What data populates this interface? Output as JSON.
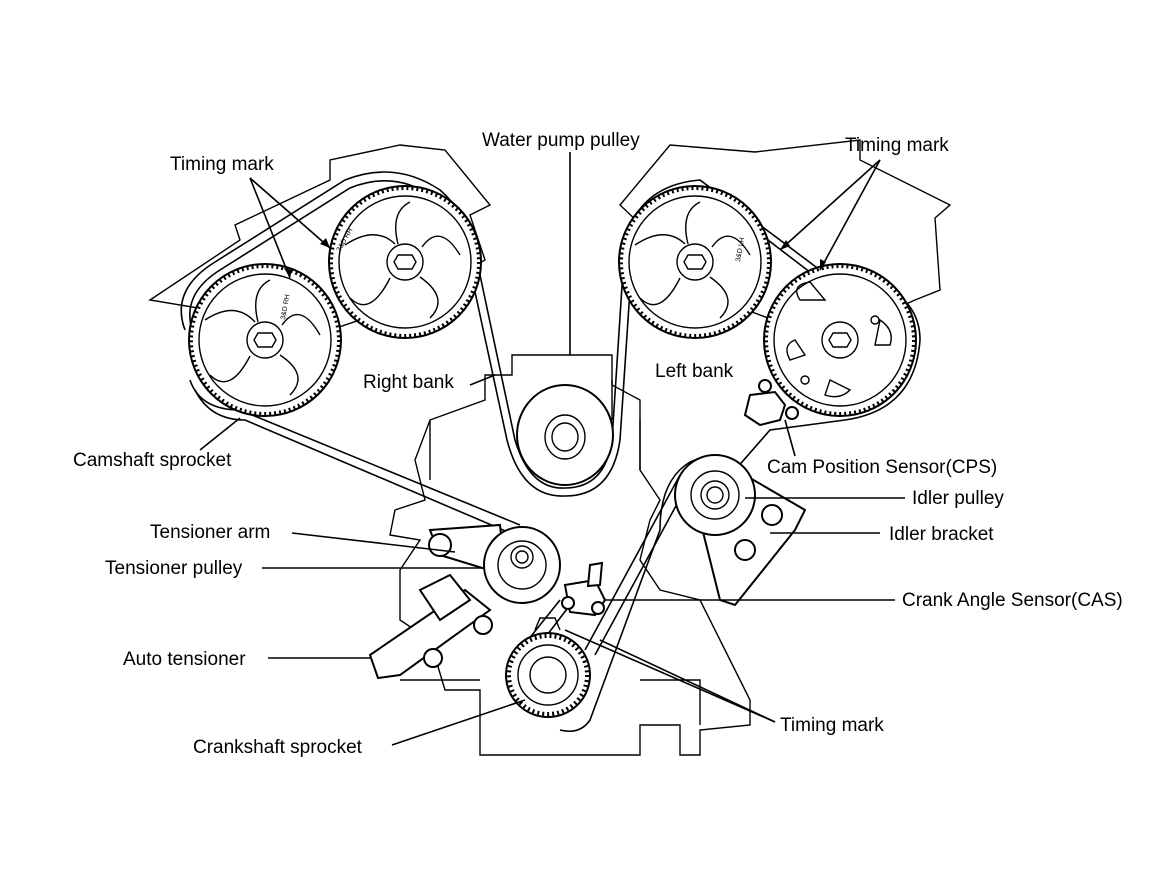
{
  "labels": {
    "water_pump_pulley": "Water pump pulley",
    "timing_mark_left": "Timing mark",
    "timing_mark_right": "Timing mark",
    "right_bank": "Right bank",
    "left_bank": "Left bank",
    "camshaft_sprocket": "Camshaft sprocket",
    "cam_position_sensor": "Cam Position Sensor(CPS)",
    "idler_pulley": "Idler pulley",
    "idler_bracket": "Idler bracket",
    "tensioner_arm": "Tensioner arm",
    "tensioner_pulley": "Tensioner pulley",
    "crank_angle_sensor": "Crank Angle Sensor(CAS)",
    "auto_tensioner": "Auto tensioner",
    "timing_mark_bottom": "Timing mark",
    "crankshaft_sprocket": "Crankshaft sprocket"
  },
  "sprocket_marks": {
    "rh_mark": "3&D RH",
    "lh_mark": "3&D LH"
  }
}
